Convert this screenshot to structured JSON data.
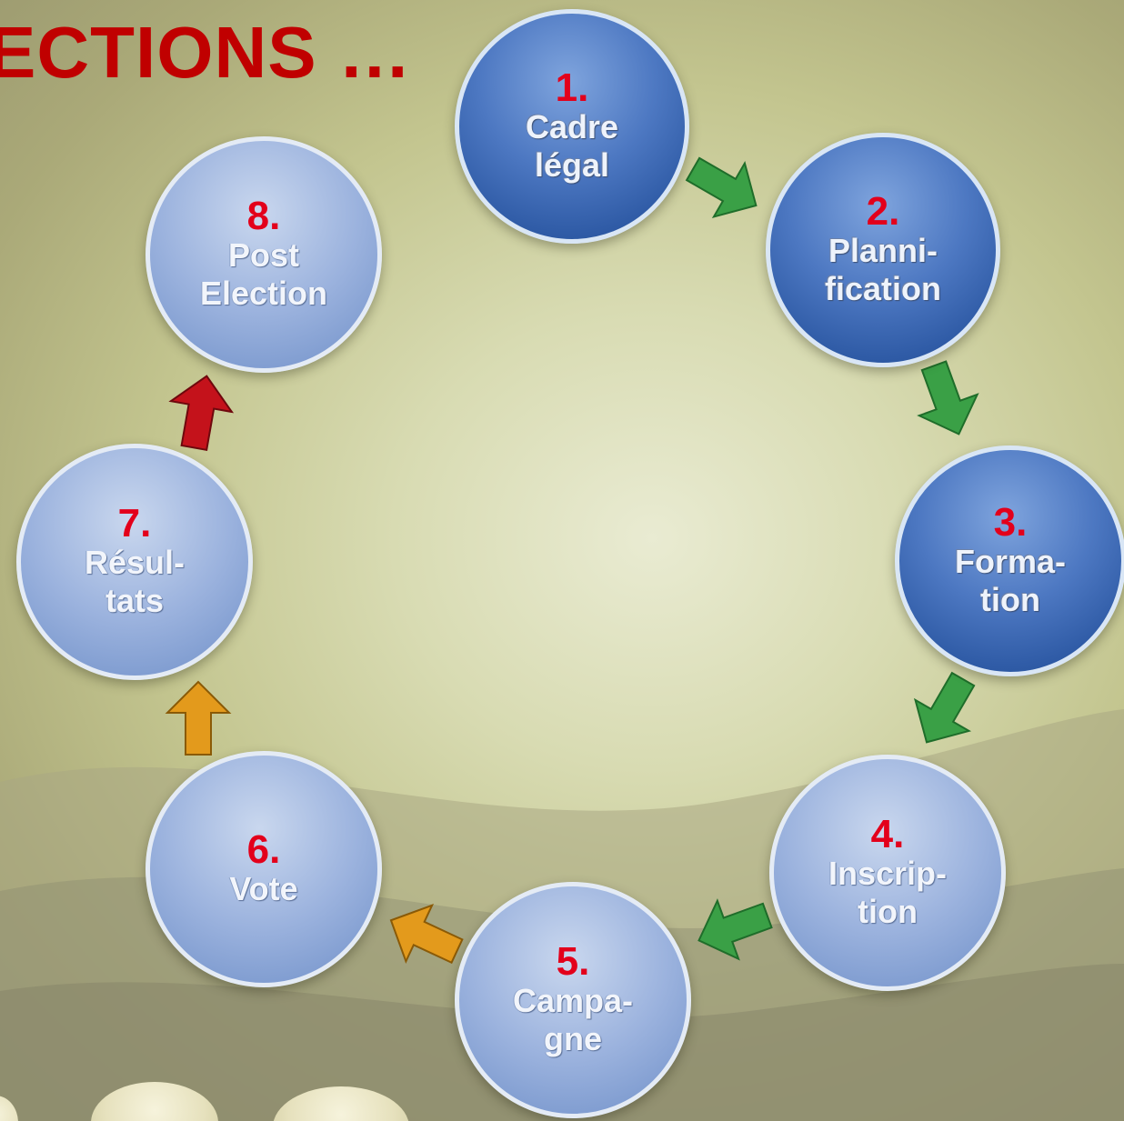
{
  "title": "ECTIONS …",
  "colors": {
    "title": "#c00000",
    "number": "#e3001b",
    "arrow_green": "#3aa046",
    "arrow_orange": "#e39a1c",
    "arrow_red": "#c4121b"
  },
  "steps": [
    {
      "number": "1.",
      "lines": [
        "Cadre",
        "légal"
      ]
    },
    {
      "number": "2.",
      "lines": [
        "Planni-",
        "fication"
      ]
    },
    {
      "number": "3.",
      "lines": [
        "Forma-",
        "tion"
      ]
    },
    {
      "number": "4.",
      "lines": [
        "Inscrip-",
        "tion"
      ]
    },
    {
      "number": "5.",
      "lines": [
        "Campa-",
        "gne"
      ]
    },
    {
      "number": "6.",
      "lines": [
        "Vote"
      ]
    },
    {
      "number": "7.",
      "lines": [
        "Résul-",
        "tats"
      ]
    },
    {
      "number": "8.",
      "lines": [
        "Post",
        "Election"
      ]
    }
  ],
  "arrows": [
    {
      "from": "1.",
      "to": "2.",
      "color": "green"
    },
    {
      "from": "2.",
      "to": "3.",
      "color": "green"
    },
    {
      "from": "3.",
      "to": "4.",
      "color": "green"
    },
    {
      "from": "4.",
      "to": "5.",
      "color": "green"
    },
    {
      "from": "5.",
      "to": "6.",
      "color": "orange"
    },
    {
      "from": "6.",
      "to": "7.",
      "color": "orange"
    },
    {
      "from": "7.",
      "to": "8.",
      "color": "red"
    }
  ]
}
